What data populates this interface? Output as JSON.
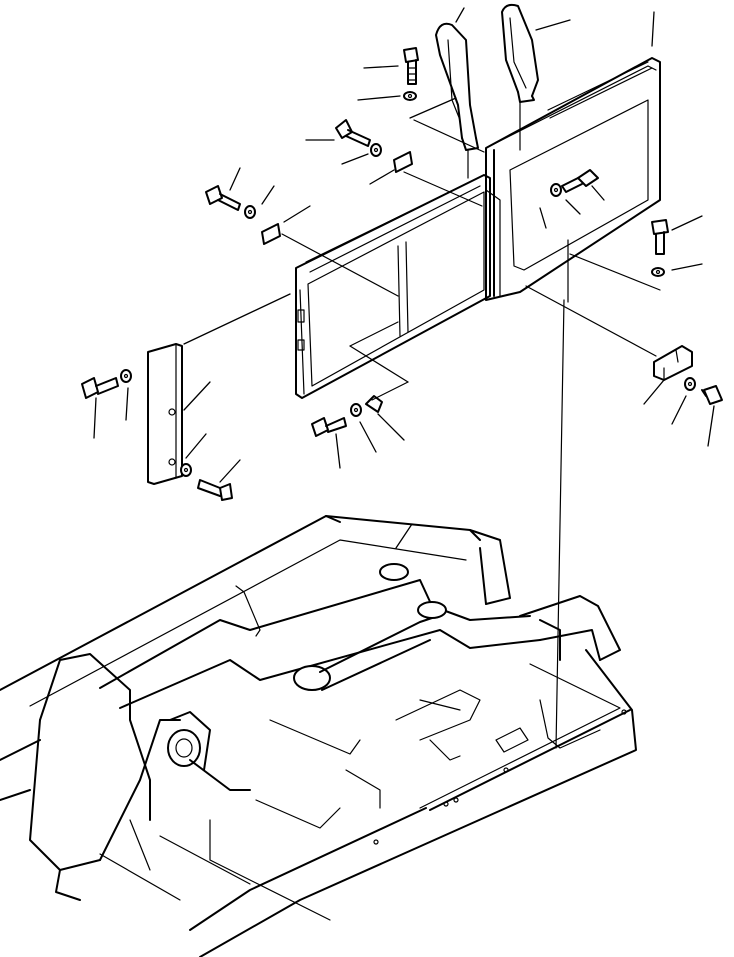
{
  "figure": {
    "background_color": "#ffffff",
    "line_color": "#000000",
    "style": "exploded isometric parts diagram, black line art",
    "labels": []
  },
  "parts": {
    "step_handrails": {
      "icon": "handrail-icon",
      "count": 2
    },
    "upper_step_panel": {
      "icon": "step-panel-icon"
    },
    "lower_step_panel": {
      "icon": "step-panel-icon"
    },
    "mounting_bar": {
      "icon": "flat-bar-icon"
    },
    "mounting_bracket": {
      "icon": "bracket-icon"
    },
    "clip": {
      "icon": "clip-icon"
    },
    "shims": {
      "icon": "shim-icon",
      "count": 2
    },
    "bolts": {
      "icon": "bolt-icon",
      "count": 10
    },
    "washers": {
      "icon": "washer-icon",
      "count": 9
    },
    "machine_frame": {
      "icon": "frame-icon"
    }
  }
}
